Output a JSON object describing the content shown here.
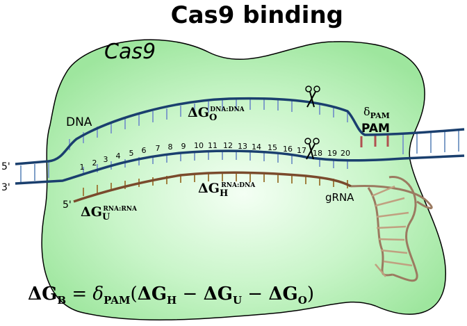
{
  "title": "Cas9 binding",
  "protein_label": "Cas9",
  "dna_label": "DNA",
  "pam_label": "PAM",
  "pam_symbol": "δ",
  "pam_sub": "PAM",
  "grna_label": "gRNA",
  "strand_5prime": "5'",
  "strand_3prime": "3'",
  "rna_5prime": "5'",
  "delta_g": "ΔG",
  "dg_dna_sub": "O",
  "dg_dna_sup": "DNA:DNA",
  "dg_rna_dna_sub": "H",
  "dg_rna_dna_sup": "RNA:DNA",
  "dg_rna_rna_sub": "U",
  "dg_rna_rna_sup": "RNA:RNA",
  "positions": [
    "1",
    "2",
    "3",
    "4",
    "5",
    "6",
    "7",
    "8",
    "9",
    "10",
    "11",
    "12",
    "13",
    "14",
    "15",
    "16",
    "17",
    "18",
    "19",
    "20"
  ],
  "formula": {
    "lhs": "ΔG",
    "lhs_sub": "B",
    "eq": " = ",
    "delta": "δ",
    "delta_sub": "PAM",
    "open": "(",
    "t1": "ΔG",
    "t1_sub": "H",
    "minus1": " − ",
    "t2": "ΔG",
    "t2_sub": "U",
    "minus2": " − ",
    "t3": "ΔG",
    "t3_sub": "O",
    "close": ")"
  },
  "colors": {
    "protein_fill": "#b8f0b8",
    "protein_stroke": "#000000",
    "dna_strand": "#1a3f6e",
    "dna_rung": "#7f9fc8",
    "rna_strand": "#8a5a3c",
    "rna_rung": "#a08040",
    "pam_rung": "#b05050"
  }
}
